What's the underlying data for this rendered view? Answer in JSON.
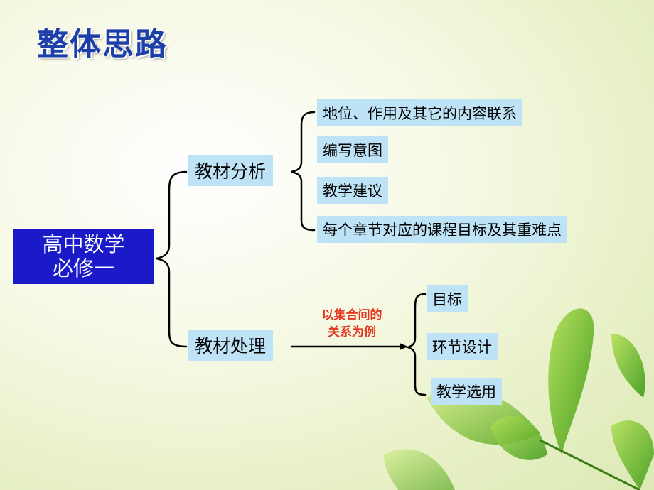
{
  "title": "整体思路",
  "root": {
    "line1": "高中数学",
    "line2": "必修一"
  },
  "analysis": {
    "label": "教材分析",
    "items": [
      "地位、作用及其它的内容联系",
      "编写意图",
      "教学建议",
      "每个章节对应的课程目标及其重难点"
    ]
  },
  "processing": {
    "label": "教材处理",
    "arrow_note": {
      "line1": "以集合间的",
      "line2": "关系为例"
    },
    "items": [
      "目标",
      "环节设计",
      "教学选用"
    ]
  },
  "colors": {
    "root_bg": "#1a1ac8",
    "box_bg": "#bfe3f6",
    "title": "#1c3fa8",
    "note": "#e5361f"
  }
}
